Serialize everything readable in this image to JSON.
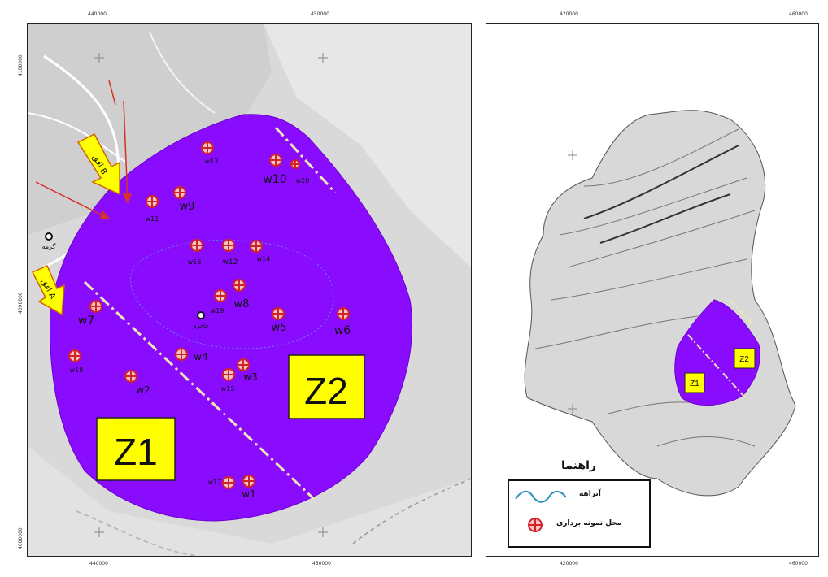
{
  "left_map": {
    "top_ticks": [
      "440000",
      "450000"
    ],
    "bottom_ticks": [
      "440000",
      "450000"
    ],
    "left_ticks": [
      "4100000",
      "4090000",
      "4080000"
    ],
    "zones": {
      "z1": "Z1",
      "z2": "Z2"
    },
    "points": {
      "w1": "w1",
      "w2": "w2",
      "w3": "w3",
      "w4": "w4",
      "w5": "w5",
      "w6": "w6",
      "w7": "w7",
      "w8": "w8",
      "w9": "w9",
      "w10": "w10",
      "w11": "w11",
      "w12": "w12",
      "w13": "w13",
      "w14": "w14",
      "w15": "w15",
      "w16": "w16",
      "w17": "w17",
      "w18": "w18",
      "w19": "w19",
      "w20": "w20"
    },
    "towns": {
      "garmeh": "گرمه",
      "jajarm": "جاجرم"
    },
    "arrows": {
      "a": "افق A",
      "b": "افق B"
    }
  },
  "right_map": {
    "top_ticks": [
      "420000",
      "460000"
    ],
    "bottom_ticks": [
      "420000",
      "460000"
    ],
    "zones": {
      "z1": "Z1",
      "z2": "Z2"
    }
  },
  "legend": {
    "title": "راهنما",
    "stream_label": "آبراهه",
    "sample_label": "محل نمونه برداری"
  },
  "colors": {
    "zone_fill": "#8a0cff",
    "zone_label_bg": "#ffff00",
    "sample_marker": "#d2232a",
    "arrow_fill": "#ffff00",
    "stream_line": "#2a8fc0"
  }
}
